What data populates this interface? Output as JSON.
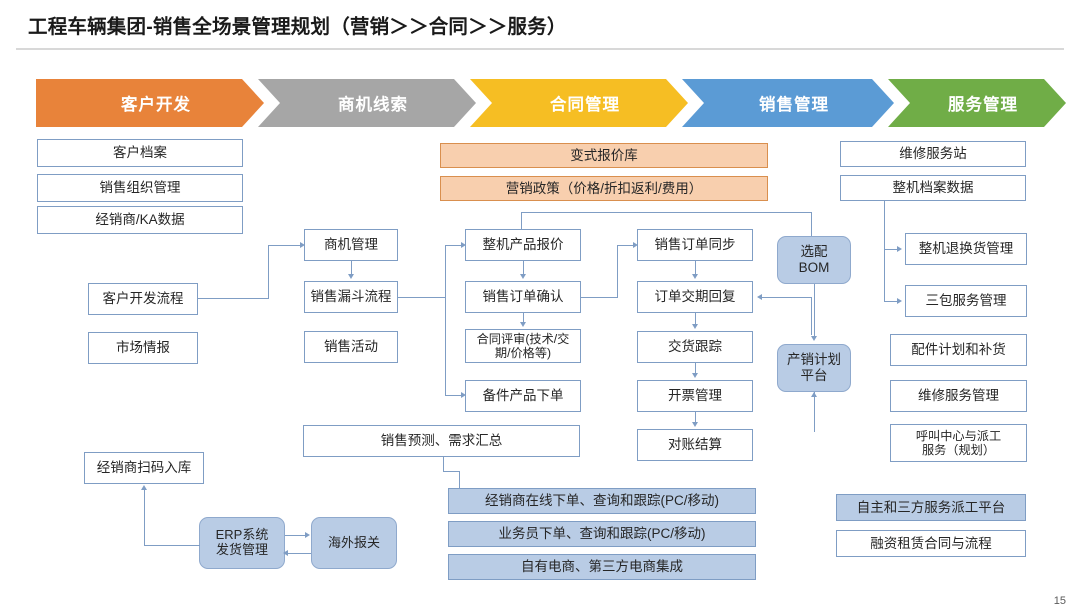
{
  "slide": {
    "title": "工程车辆集团-销售全场景管理规划（营销＞＞合同＞＞服务）",
    "page_number": "15"
  },
  "colors": {
    "chevron_orange": "#E8833A",
    "chevron_gray": "#A6A6A6",
    "chevron_yellow": "#F6BE23",
    "chevron_blue": "#5B9BD5",
    "chevron_green": "#70AD47",
    "box_border_blue": "#7F9DC4",
    "box_fill_blue": "#B9CCE5",
    "box_fill_peach": "#F8CFAE",
    "box_border_peach": "#D98F4E",
    "connector": "#7F9DC4",
    "title_text": "#1A1A1A"
  },
  "chevrons": [
    {
      "label": "客户开发",
      "color": "#E8833A"
    },
    {
      "label": "商机线索",
      "color": "#A6A6A6"
    },
    {
      "label": "合同管理",
      "color": "#F6BE23"
    },
    {
      "label": "销售管理",
      "color": "#5B9BD5"
    },
    {
      "label": "服务管理",
      "color": "#70AD47"
    }
  ],
  "nodes": {
    "customer_archive": "客户档案",
    "sales_org_mgmt": "销售组织管理",
    "dealer_ka_data": "经销商/KA数据",
    "customer_dev_flow": "客户开发流程",
    "market_intel": "市场情报",
    "opportunity_mgmt": "商机管理",
    "sales_funnel_flow": "销售漏斗流程",
    "sales_activity": "销售活动",
    "variant_price_lib": "变式报价库",
    "marketing_policy": "营销政策（价格/折扣返利/费用）",
    "machine_product_quote": "整机产品报价",
    "sales_order_confirm": "销售订单确认",
    "contract_review": "合同评审(技术/交期/价格等)",
    "spare_part_order": "备件产品下单",
    "sales_order_sync": "销售订单同步",
    "order_delivery_reply": "订单交期回复",
    "delivery_tracking": "交货跟踪",
    "invoice_mgmt": "开票管理",
    "reconcile_settle": "对账结算",
    "optional_bom": "选配\nBOM",
    "prod_sales_plan_platform": "产销计划\n平台",
    "service_station": "维修服务站",
    "machine_archive_data": "整机档案数据",
    "machine_return_mgmt": "整机退换货管理",
    "warranty_service_mgmt": "三包服务管理",
    "parts_plan_replenish": "配件计划和补货",
    "repair_service_mgmt": "维修服务管理",
    "call_center_dispatch": "呼叫中心与派工\n服务（规划）",
    "sales_forecast_demand": "销售预测、需求汇总",
    "dealer_scan_inbound": "经销商扫码入库",
    "erp_shipping_mgmt": "ERP系统\n发货管理",
    "overseas_customs": "海外报关",
    "dealer_online_order": "经销商在线下单、查询和跟踪(PC/移动)",
    "salesrep_order": "业务员下单、查询和跟踪(PC/移动)",
    "own_thirdparty_ecommerce": "自有电商、第三方电商集成",
    "self_thirdparty_dispatch_platform": "自主和三方服务派工平台",
    "finance_lease_contract": "融资租赁合同与流程"
  }
}
